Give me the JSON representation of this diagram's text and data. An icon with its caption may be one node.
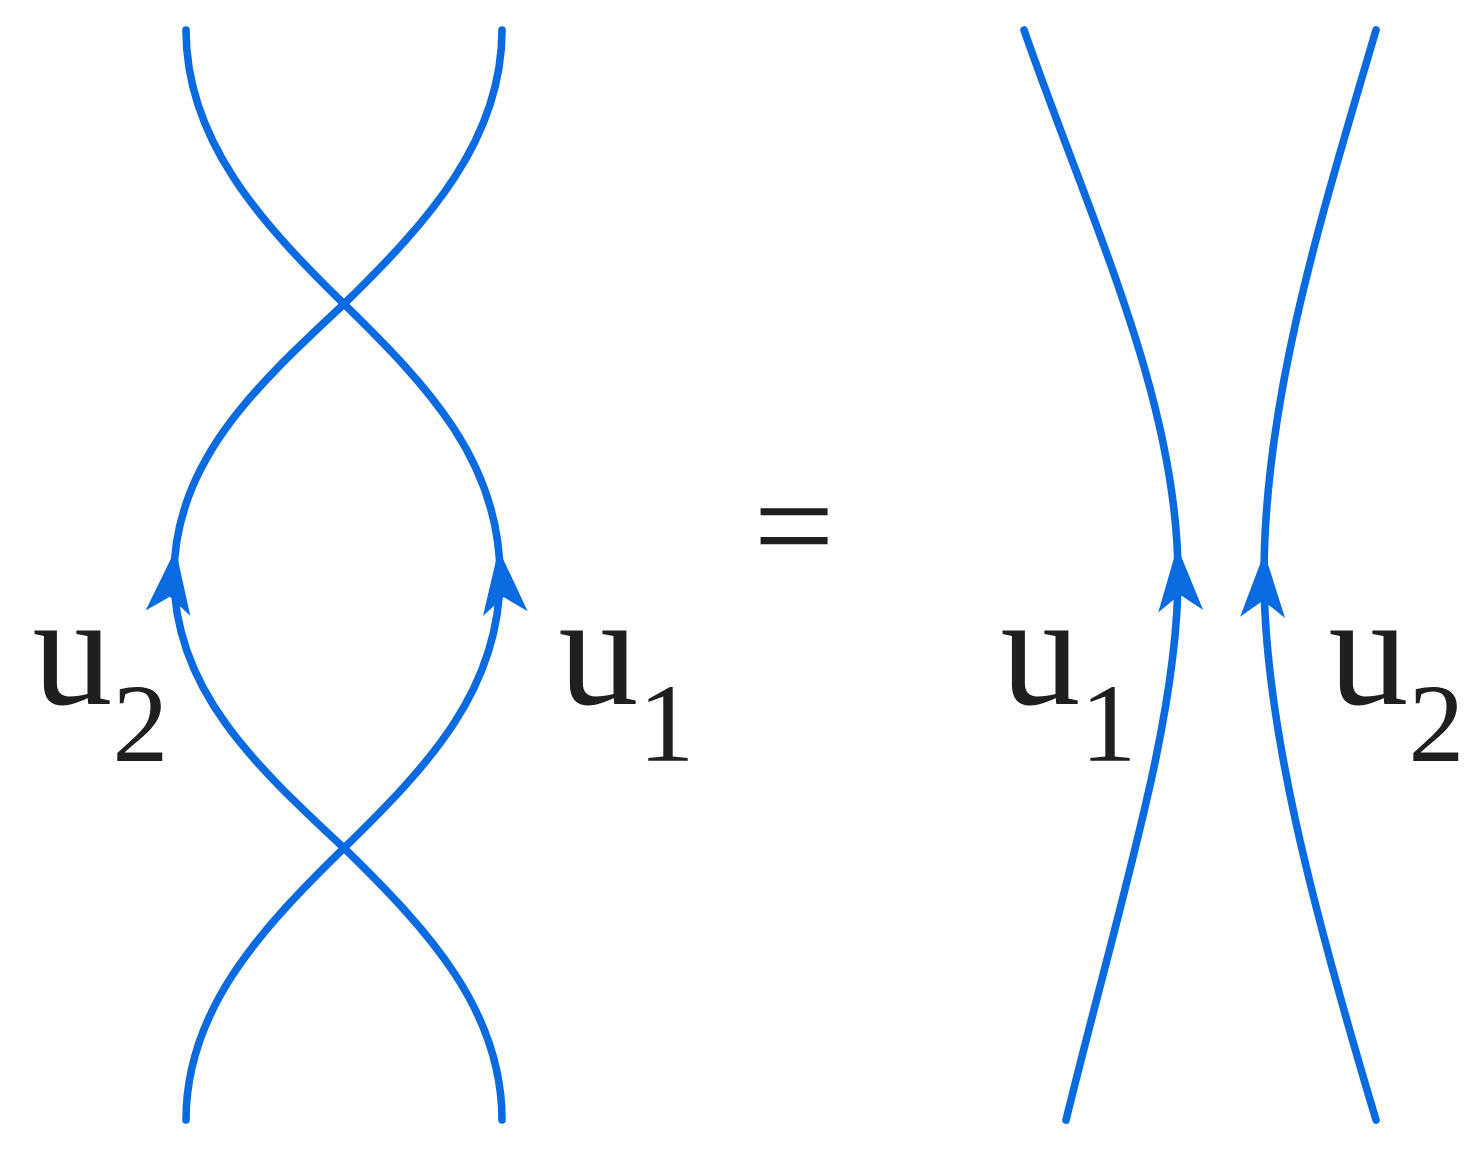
{
  "diagram": {
    "labels": [
      "u$_{2}$",
      "u$_{1}$",
      "=",
      "u$_{1}$",
      "u$_{2}$"
    ]
  }
}
